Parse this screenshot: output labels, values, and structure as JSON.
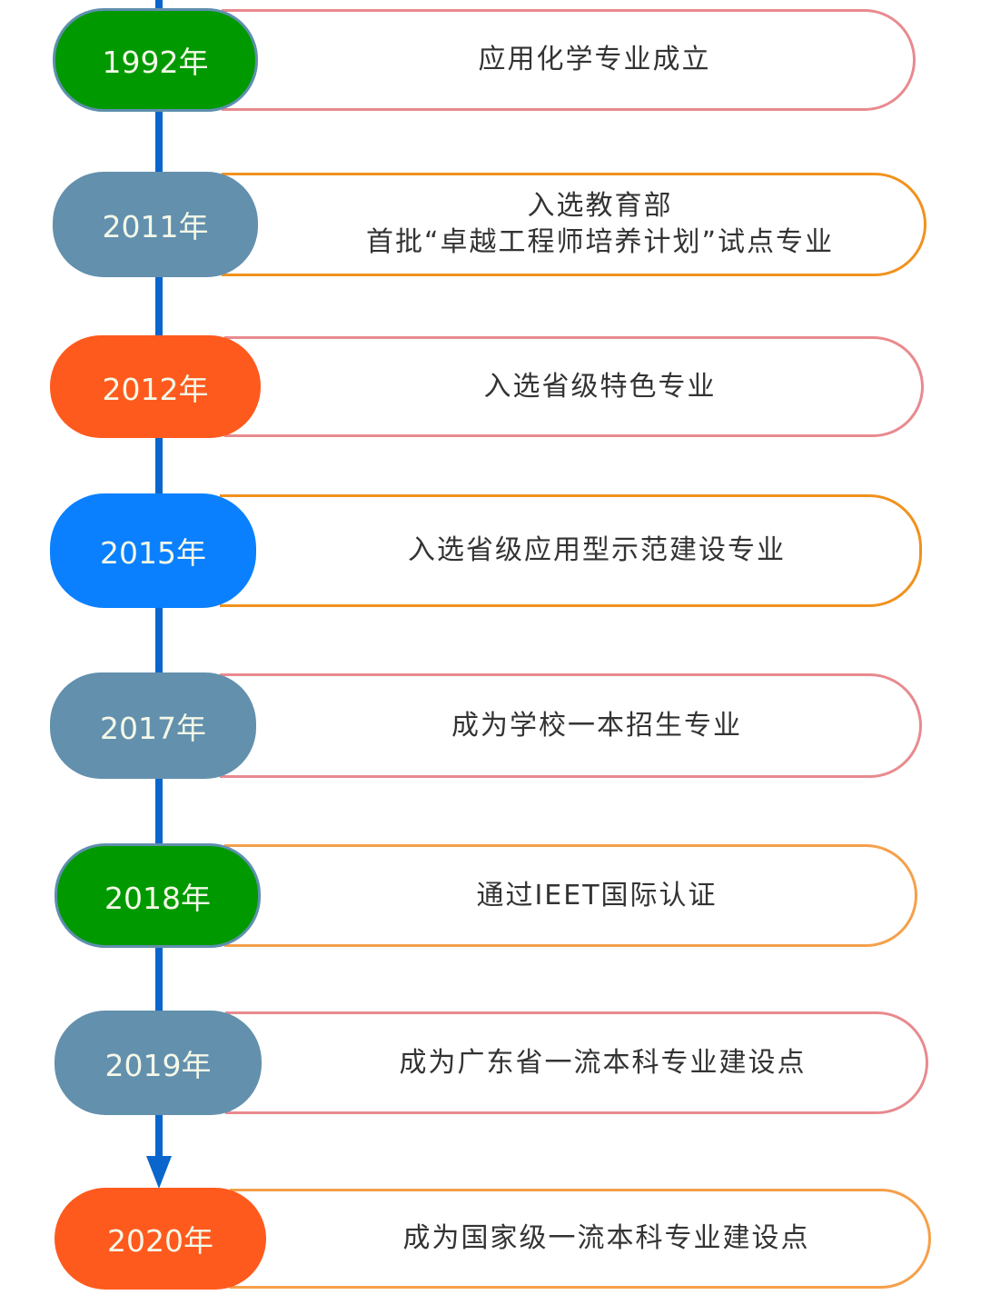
{
  "colors": {
    "line": "#0a66cc",
    "green": "#009a00",
    "steel": "#6390ad",
    "orange_red": "#ff5a1e",
    "blue": "#0a80ff",
    "pink": "#e88a8f",
    "orange": "#f0921e"
  },
  "items": [
    {
      "year": "1992年",
      "text": "应用化学专业成立"
    },
    {
      "year": "2011年",
      "text": "入选教育部",
      "text2": "首批“卓越工程师培养计划”试点专业"
    },
    {
      "year": "2012年",
      "text": "入选省级特色专业"
    },
    {
      "year": "2015年",
      "text": "入选省级应用型示范建设专业"
    },
    {
      "year": "2017年",
      "text": "成为学校一本招生专业"
    },
    {
      "year": "2018年",
      "text": "通过IEET国际认证"
    },
    {
      "year": "2019年",
      "text": "成为广东省一流本科专业建设点"
    },
    {
      "year": "2020年",
      "text": "成为国家级一流本科专业建设点"
    }
  ]
}
